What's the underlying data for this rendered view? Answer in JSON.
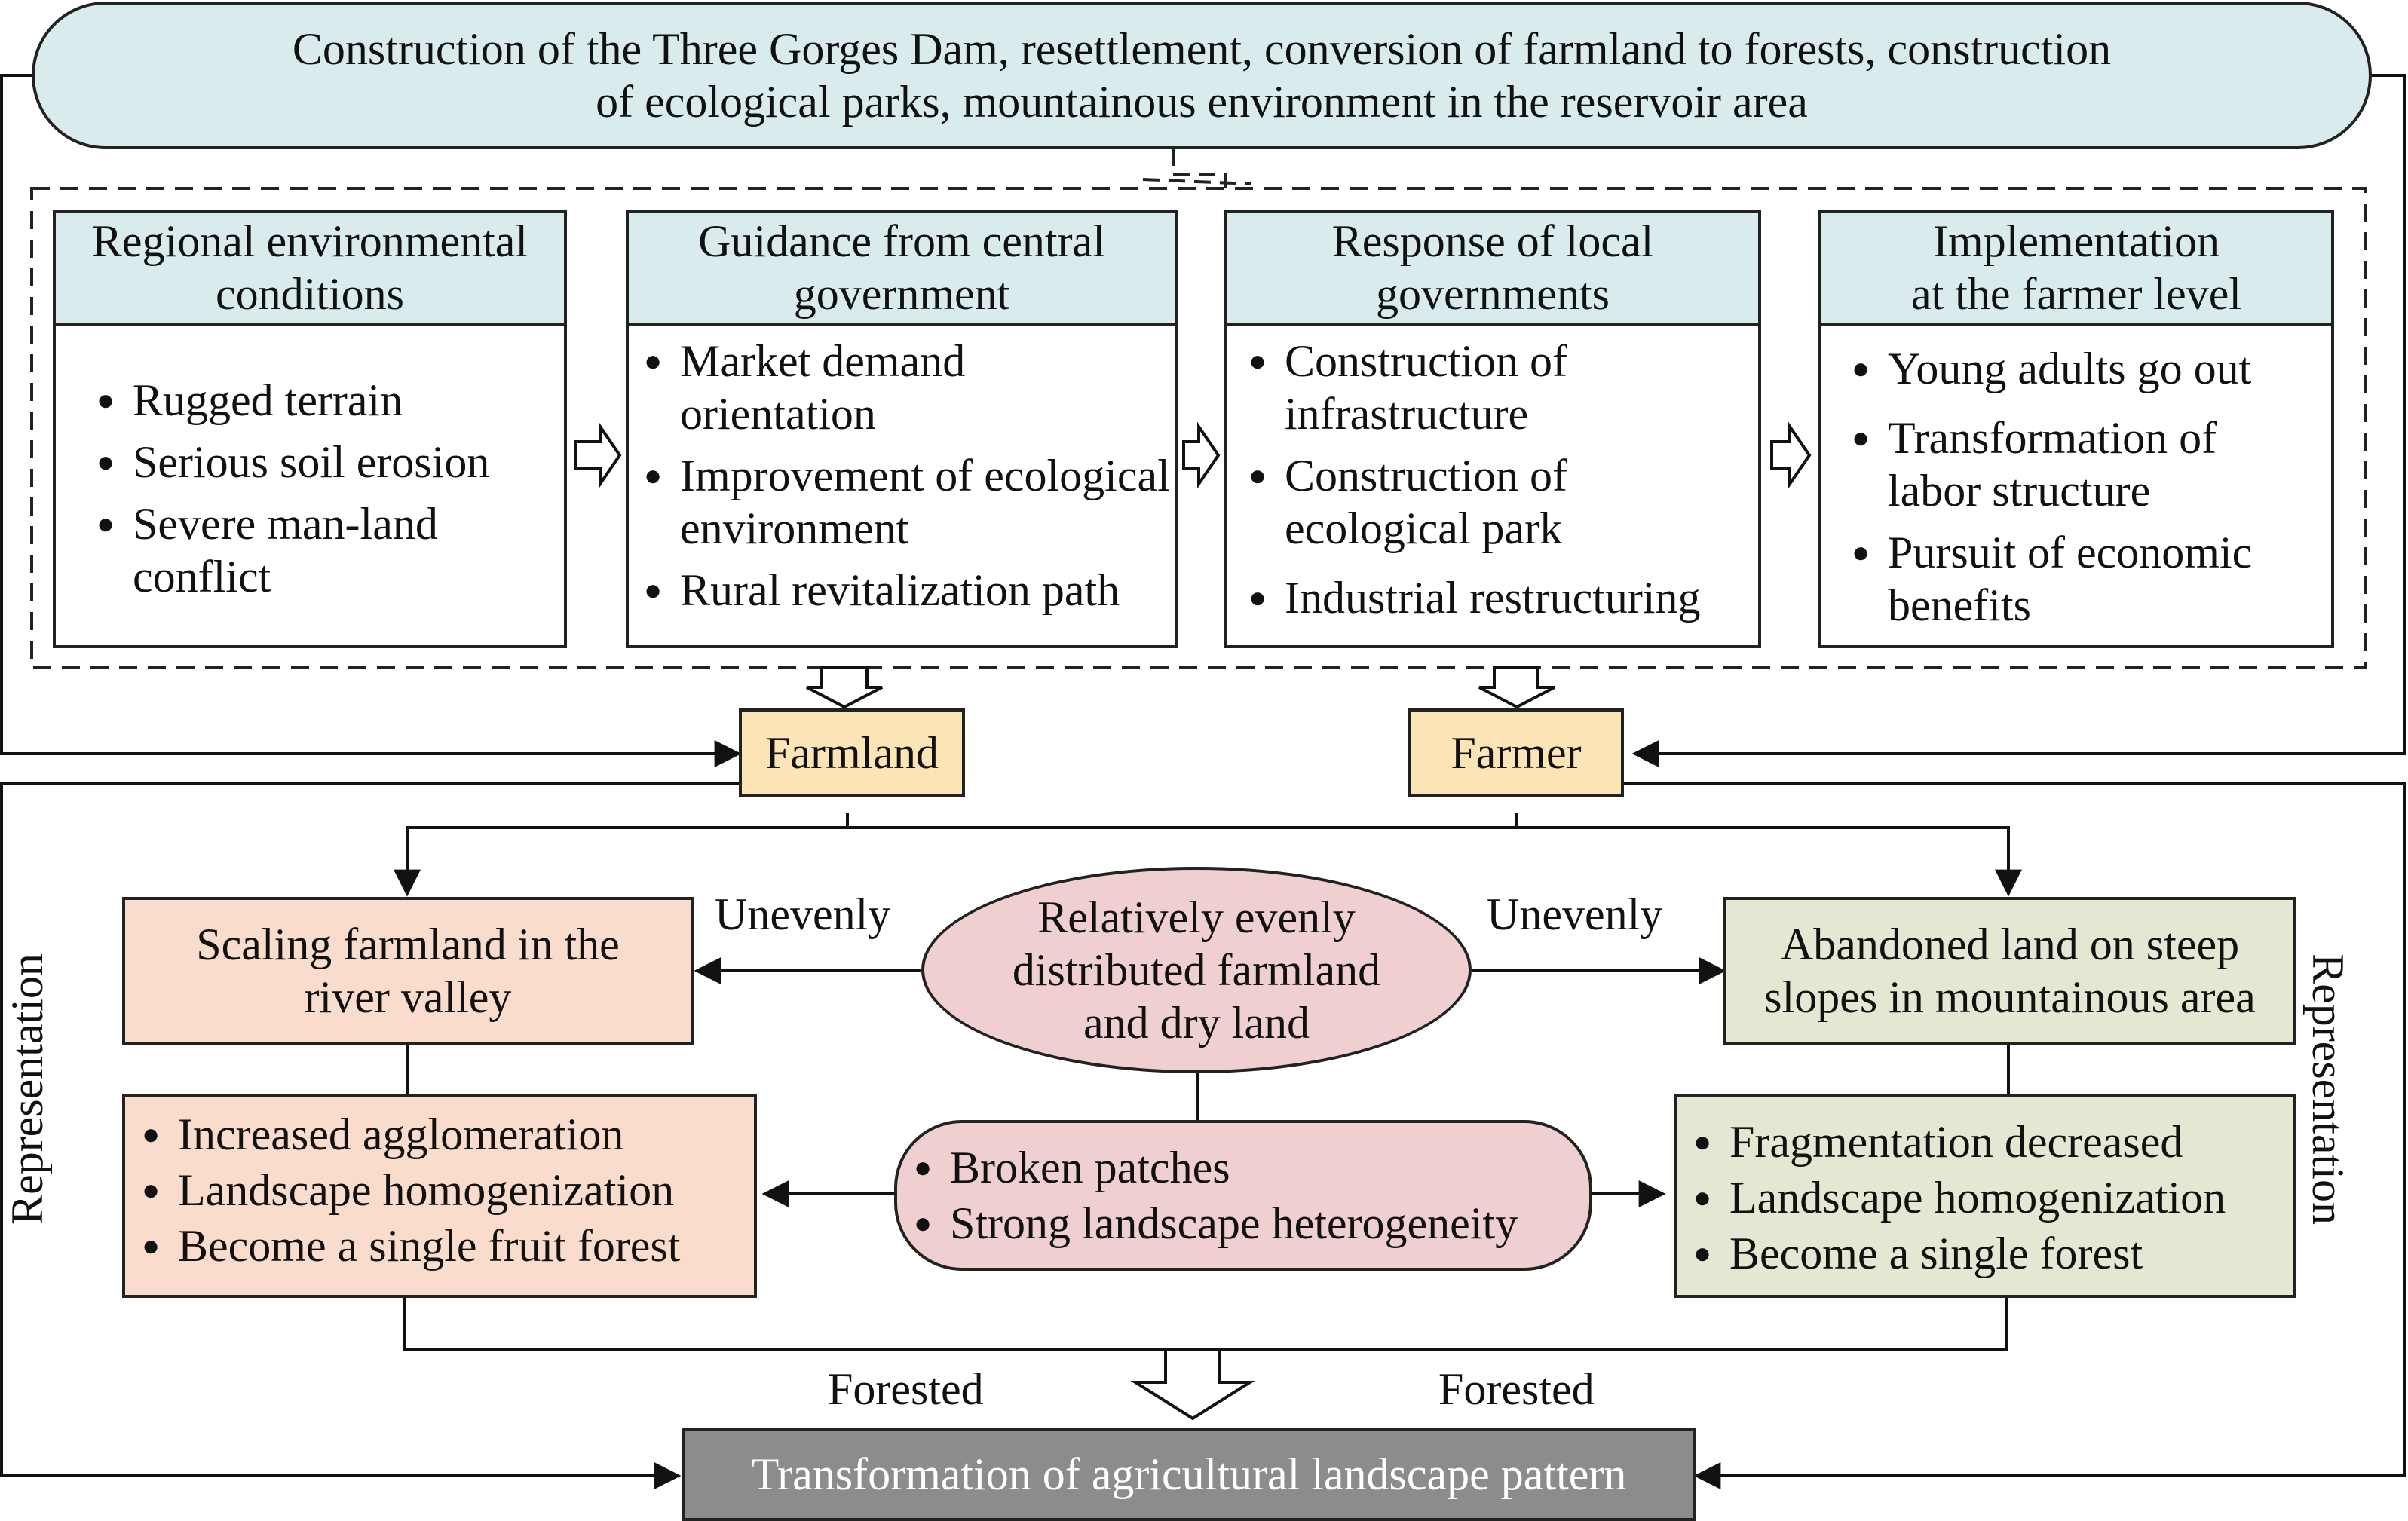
{
  "top_banner": {
    "line1": "Construction of the Three Gorges Dam, resettlement, conversion of farmland to forests, construction",
    "line2": "of ecological parks, mountainous environment in the reservoir area"
  },
  "panels": [
    {
      "title_l1": "Regional environmental",
      "title_l2": "conditions",
      "items": [
        "Rugged terrain",
        "Serious soil erosion",
        "Severe man-land conflict"
      ]
    },
    {
      "title_l1": "Guidance from central",
      "title_l2": "government",
      "items": [
        "Market demand orientation",
        "Improvement of ecological environment",
        "Rural revitalization path"
      ]
    },
    {
      "title_l1": "Response of local",
      "title_l2": "governments",
      "items": [
        "Construction of infrastructure",
        "Construction of ecological park",
        "Industrial restructuring"
      ]
    },
    {
      "title_l1": "Implementation",
      "title_l2": "at the farmer level",
      "items": [
        "Young adults go out",
        "Transformation of labor structure",
        "Pursuit of economic benefits"
      ]
    }
  ],
  "nodes": {
    "farmland": "Farmland",
    "farmer": "Farmer",
    "scaling_l1": "Scaling farmland in the",
    "scaling_l2": "river valley",
    "abandoned_l1": "Abandoned land on steep",
    "abandoned_l2": "slopes in mountainous area",
    "center_l1": "Relatively evenly",
    "center_l2": "distributed farmland",
    "center_l3": "and dry land",
    "broken_items": [
      "Broken patches",
      "Strong landscape heterogeneity"
    ],
    "left_items": [
      "Increased agglomeration",
      "Landscape homogenization",
      "Become a single fruit forest"
    ],
    "right_items": [
      "Fragmentation decreased",
      "Landscape homogenization",
      "Become a single forest"
    ],
    "bottom": "Transformation of agricultural landscape pattern"
  },
  "labels": {
    "unevenly_left": "Unevenly",
    "unevenly_right": "Unevenly",
    "forested_left": "Forested",
    "forested_right": "Forested",
    "representation_left": "Representation",
    "representation_right": "Representation"
  },
  "colors": {
    "banner": "#daebed",
    "header": "#daebed",
    "farm_node": "#fbe5b6",
    "left_branch": "#f9dccb",
    "right_branch": "#e4e8d3",
    "center": "#efcfcf",
    "bottom": "#8c8c8c"
  }
}
